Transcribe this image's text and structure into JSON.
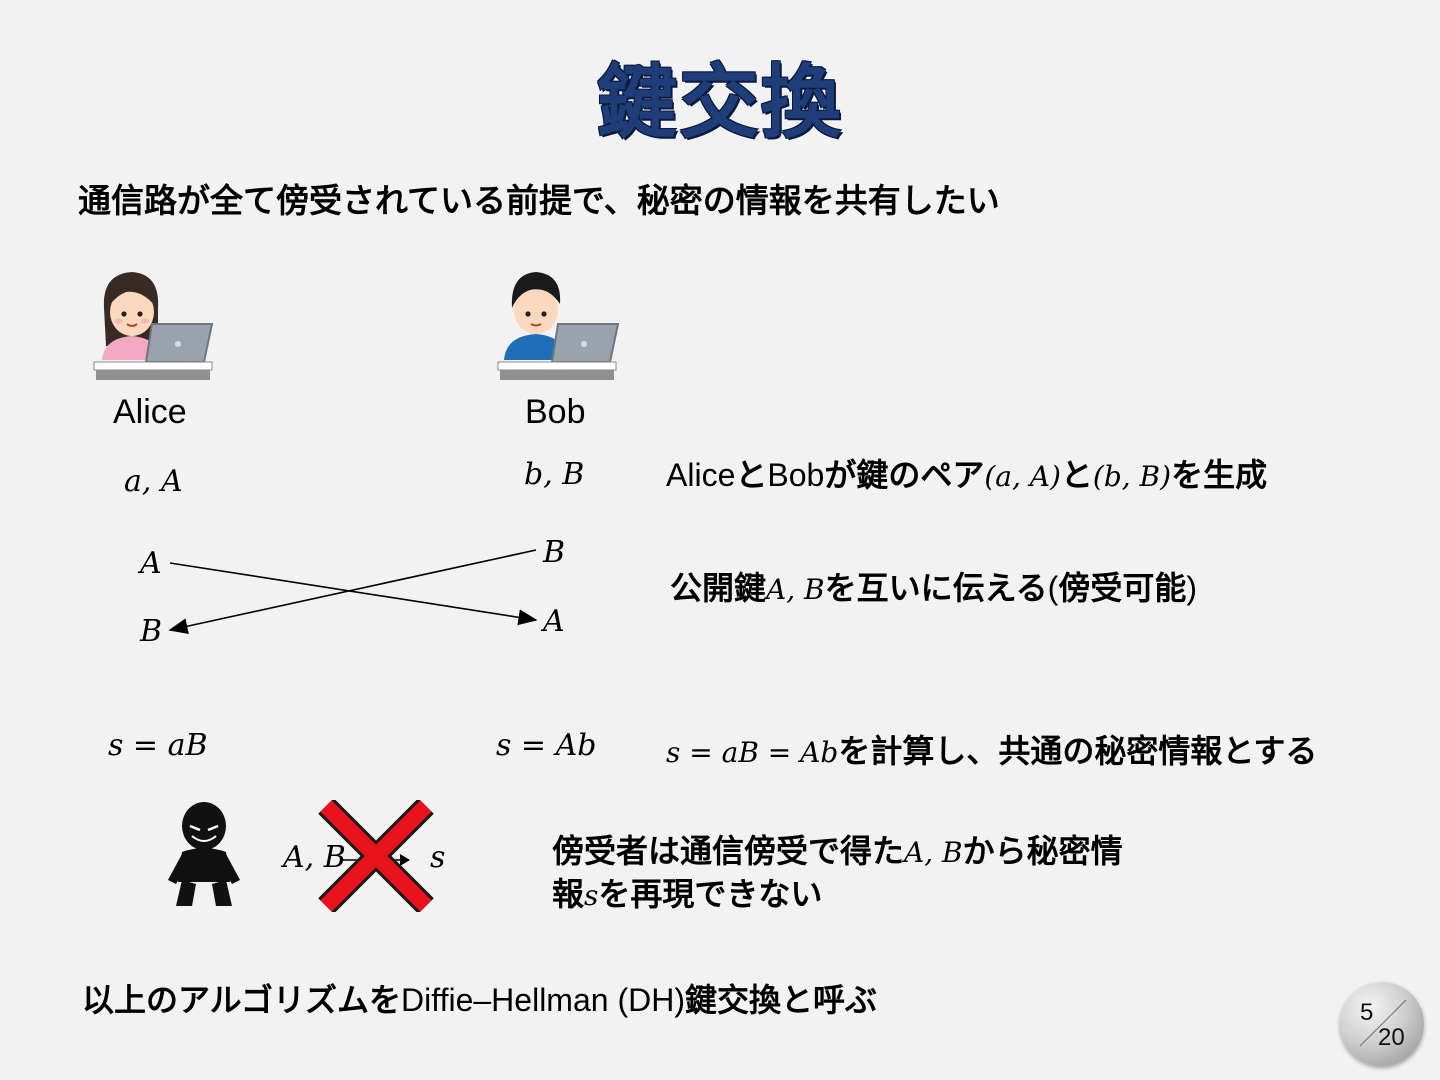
{
  "slide": {
    "title": "鍵交換",
    "subtitle": "通信路が全て傍受されている前提で、秘密の情報を共有したい",
    "alice": {
      "name": "Alice",
      "keys": "a, A",
      "send": "A",
      "recv": "B",
      "secret": "s = aB"
    },
    "bob": {
      "name": "Bob",
      "keys": "b, B",
      "send": "B",
      "recv": "A",
      "secret": "s = Ab"
    },
    "desc1": {
      "t1": "Alice",
      "t2": "と",
      "t3": "Bob",
      "t4": "が鍵のペア",
      "m1": "(a, A)",
      "t5": "と",
      "m2": "(b, B)",
      "t6": "を生成"
    },
    "desc2": {
      "t1": "公開鍵",
      "m1": "A, B",
      "t2": "を互いに伝える",
      "t3": "(",
      "t4": "傍受可能",
      "t5": ")"
    },
    "desc3": {
      "m1": "s = aB = Ab",
      "t1": "を計算し、共通の秘密情報とする"
    },
    "eve": {
      "from": "A, B",
      "to": "s"
    },
    "desc4": {
      "t1": "傍受者は通信傍受で得た",
      "m1": "A, B",
      "t2": "から秘密情",
      "t3": "報",
      "m2": "s",
      "t4": "を再現できない"
    },
    "footer": {
      "t1": "以上のアルゴリズムを",
      "t2": "Diffie–Hellman (DH)",
      "t3": "鍵交換と呼ぶ"
    },
    "page": {
      "current": "5",
      "total": "20"
    }
  },
  "colors": {
    "title": "#1f3d78",
    "cross": "#e8141b",
    "background": "#f2f2f2"
  }
}
